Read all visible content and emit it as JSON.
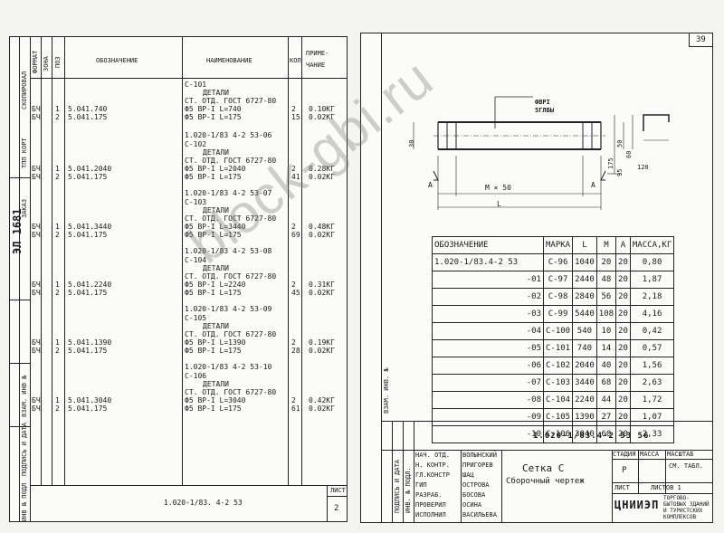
{
  "left_sheet": {
    "header": {
      "format": "ФОРМАТ",
      "zone": "ЗОНА",
      "pos": "ПОЗ",
      "designation": "ОБОЗНАЧЕНИЕ",
      "name": "НАИМЕНОВАНИЕ",
      "qty": "КОЛ",
      "note": "ПРИМЕ-\nЧАНИЕ"
    },
    "blocks": [
      {
        "ref": "",
        "code": "С-101",
        "parts": "ДЕТАЛИ",
        "std": "СТ. ОТД. ГОСТ 6727-80",
        "rows": [
          {
            "fmt": "БЧ",
            "pos": "1",
            "des": "5.041.740",
            "name": "Ф5 ВР-I L=740",
            "qty": "2",
            "note": "0.10КГ"
          },
          {
            "fmt": "БЧ",
            "pos": "2",
            "des": "5.041.175",
            "name": "Ф5 ВР-I L=175",
            "qty": "15",
            "note": "0.02КГ"
          }
        ]
      },
      {
        "ref": "1.020-1/83 4-2 53-06",
        "code": "С-102",
        "parts": "ДЕТАЛИ",
        "std": "СТ. ОТД. ГОСТ 6727-80",
        "rows": [
          {
            "fmt": "БЧ",
            "pos": "1",
            "des": "5.041.2040",
            "name": "Ф5 ВР-I L=2040",
            "qty": "2",
            "note": "0.28КГ"
          },
          {
            "fmt": "БЧ",
            "pos": "2",
            "des": "5.041.175",
            "name": "Ф5 ВР-I L=175",
            "qty": "41",
            "note": "0.02КГ"
          }
        ]
      },
      {
        "ref": "1.020-1/83 4-2 53-07",
        "code": "С-103",
        "parts": "ДЕТАЛИ",
        "std": "СТ. ОТД. ГОСТ 6727-80",
        "rows": [
          {
            "fmt": "БЧ",
            "pos": "1",
            "des": "5.041.3440",
            "name": "Ф5 ВР-I L=3440",
            "qty": "2",
            "note": "0.48КГ"
          },
          {
            "fmt": "БЧ",
            "pos": "2",
            "des": "5.041.175",
            "name": "Ф5 ВР-I L=175",
            "qty": "69",
            "note": "0.02КГ"
          }
        ]
      },
      {
        "ref": "1.020-1/83 4-2 53-08",
        "code": "С-104",
        "parts": "ДЕТАЛИ",
        "std": "СТ. ОТД. ГОСТ 6727-80",
        "rows": [
          {
            "fmt": "БЧ",
            "pos": "1",
            "des": "5.041.2240",
            "name": "Ф5 ВР-I L=2240",
            "qty": "2",
            "note": "0.31КГ"
          },
          {
            "fmt": "БЧ",
            "pos": "2",
            "des": "5.041.175",
            "name": "Ф5 ВР-I L=175",
            "qty": "45",
            "note": "0.02КГ"
          }
        ]
      },
      {
        "ref": "1.020-1/83 4-2 53-09",
        "code": "С-105",
        "parts": "ДЕТАЛИ",
        "std": "СТ. ОТД. ГОСТ 6727-80",
        "rows": [
          {
            "fmt": "БЧ",
            "pos": "1",
            "des": "5.041.1390",
            "name": "Ф5 ВР-I L=1390",
            "qty": "2",
            "note": "0.19КГ"
          },
          {
            "fmt": "БЧ",
            "pos": "2",
            "des": "5.041.175",
            "name": "Ф5 ВР-I L=175",
            "qty": "28",
            "note": "0.02КГ"
          }
        ]
      },
      {
        "ref": "1.020-1/83 4-2 53-10",
        "code": "С-106",
        "parts": "ДЕТАЛИ",
        "std": "СТ. ОТД. ГОСТ 6727-80",
        "rows": [
          {
            "fmt": "БЧ",
            "pos": "1",
            "des": "5.041.3040",
            "name": "Ф5 ВР-I L=3040",
            "qty": "2",
            "note": "0.42КГ"
          },
          {
            "fmt": "БЧ",
            "pos": "2",
            "des": "5.041.175",
            "name": "Ф5 ВР-I L=175",
            "qty": "61",
            "note": "0.02КГ"
          }
        ]
      }
    ],
    "footer_code": "1.020-1/83. 4-2 53",
    "sheet_label": "ЛИСТ",
    "sheet_no": "2",
    "side_stamp": "ЭЛ 1681",
    "side_tp": "ТПП КОРТ",
    "side_copied": "СКОПИРОВАЛ",
    "side_inv": "ИНВ № ПОДЛ",
    "side_sign": "ПОДПИСЬ И ДАТА",
    "side_vzam": "ВЗАМ. ИНВ №",
    "side_order": "ЗАКАЗ"
  },
  "right_sheet": {
    "page_no": "39",
    "drawing": {
      "label_wire": "ФВРI",
      "label_wire2": "5ГЛБЫ",
      "dim_m": "M × 50",
      "dim_l": "L",
      "dim_a_left": "A",
      "dim_a_right": "A",
      "dim_30": "30",
      "dim_50": "50",
      "dim_60": "60",
      "dim_95": "95",
      "dim_175": "175",
      "dim_120": "120"
    },
    "table": {
      "headers": [
        "ОБОЗНАЧЕНИЕ",
        "МАРКА",
        "L",
        "M",
        "A",
        "МАССА,КГ"
      ],
      "rows": [
        [
          "1.020-1/83.4-2 53",
          "С-96",
          "1040",
          "20",
          "20",
          "0,80"
        ],
        [
          "-01",
          "С-97",
          "2440",
          "48",
          "20",
          "1,87"
        ],
        [
          "-02",
          "С-98",
          "2840",
          "56",
          "20",
          "2,18"
        ],
        [
          "-03",
          "С-99",
          "5440",
          "108",
          "20",
          "4,16"
        ],
        [
          "-04",
          "С-100",
          "540",
          "10",
          "20",
          "0,42"
        ],
        [
          "-05",
          "С-101",
          "740",
          "14",
          "20",
          "0,57"
        ],
        [
          "-06",
          "С-102",
          "2040",
          "40",
          "20",
          "1,56"
        ],
        [
          "-07",
          "С-103",
          "3440",
          "68",
          "20",
          "2,63"
        ],
        [
          "-08",
          "С-104",
          "2240",
          "44",
          "20",
          "1,72"
        ],
        [
          "-09",
          "С-105",
          "1390",
          "27",
          "20",
          "1,07"
        ],
        [
          "-10",
          "С-106",
          "3040",
          "60",
          "20",
          "2,33"
        ]
      ]
    },
    "title_block": {
      "doc_code": "1.020-1/83.4-2 53 56",
      "title1": "Сетка С",
      "title2": "Сборочный чертеж",
      "stage_h": "СТАДИЯ",
      "mass_h": "МАССА",
      "scale_h": "МАСШТАБ",
      "stage": "Р",
      "scale": "СМ. ТАБЛ.",
      "sheet_l": "ЛИСТ",
      "sheets_l": "ЛИСТОВ 1",
      "org_logo": "ЦНИИЭП",
      "org_name": "ТОРГОВО-БЫТОВЫХ ЗДАНИЙ И ТУРИСТСКИХ КОМПЛЕКСОВ",
      "roles": [
        "НАЧ. ОТД.",
        "Н. КОНТР.",
        "ГЛ.КОНСТР",
        "ГИП",
        "РАЗРАБ.",
        "ПРОВЕРИЛ",
        "ИСПОЛНИЛ"
      ],
      "names": [
        "ВОЛЫНСКИЙ",
        "ПРИГОРЕВ",
        "ШАЦ",
        "ОСТРОВА",
        "БОСОВА",
        "ОСИНА",
        "ВАСИЛЬЕВА"
      ],
      "side_inv": "ИНВ. № ПОДЛ.",
      "side_sign": "ПОДПИСЬ И ДАТА",
      "side_vzam": "ВЗАМ. ИНВ. №"
    }
  },
  "watermark": "block-gbi.ru"
}
